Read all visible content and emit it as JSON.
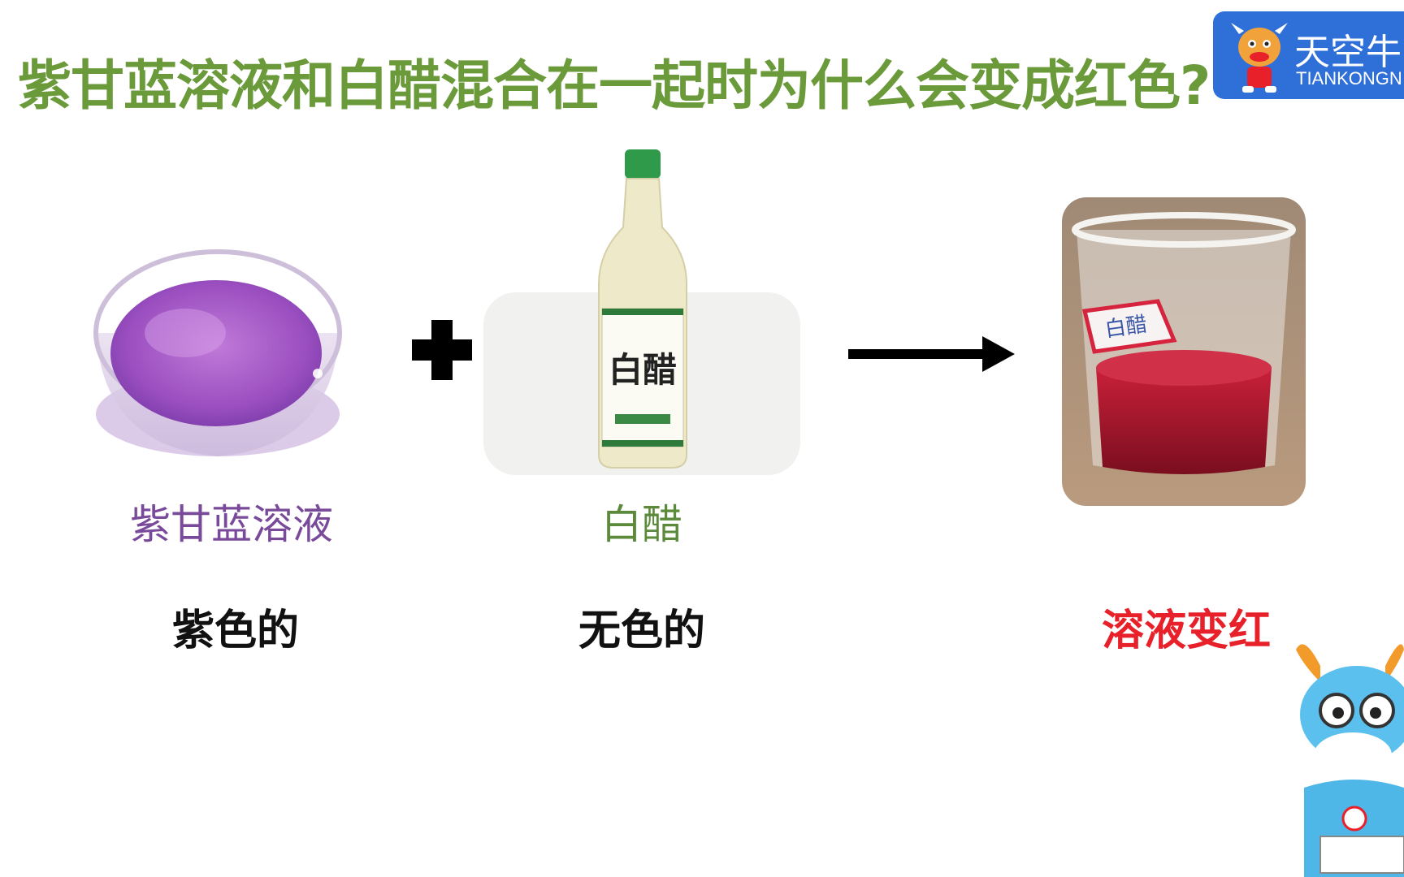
{
  "slide": {
    "title": "紫甘蓝溶液和白醋混合在一起时为什么会变成红色?"
  },
  "logo": {
    "cn": "天空牛",
    "en": "TIANKONGN"
  },
  "items": [
    {
      "name": "紫甘蓝溶液",
      "desc": "紫色的",
      "name_color": "#7a4a9a",
      "desc_color": "#111111"
    },
    {
      "name": "白醋",
      "desc": "无色的",
      "name_color": "#5a8a3a",
      "desc_color": "#111111"
    },
    {
      "name": "",
      "desc": "溶液变红",
      "name_color": "",
      "desc_color": "#e8202a"
    }
  ],
  "bottle_label": "白醋",
  "cup_label": "白醋",
  "operators": {
    "plus": "plus-icon",
    "arrow": "right-arrow-icon"
  }
}
